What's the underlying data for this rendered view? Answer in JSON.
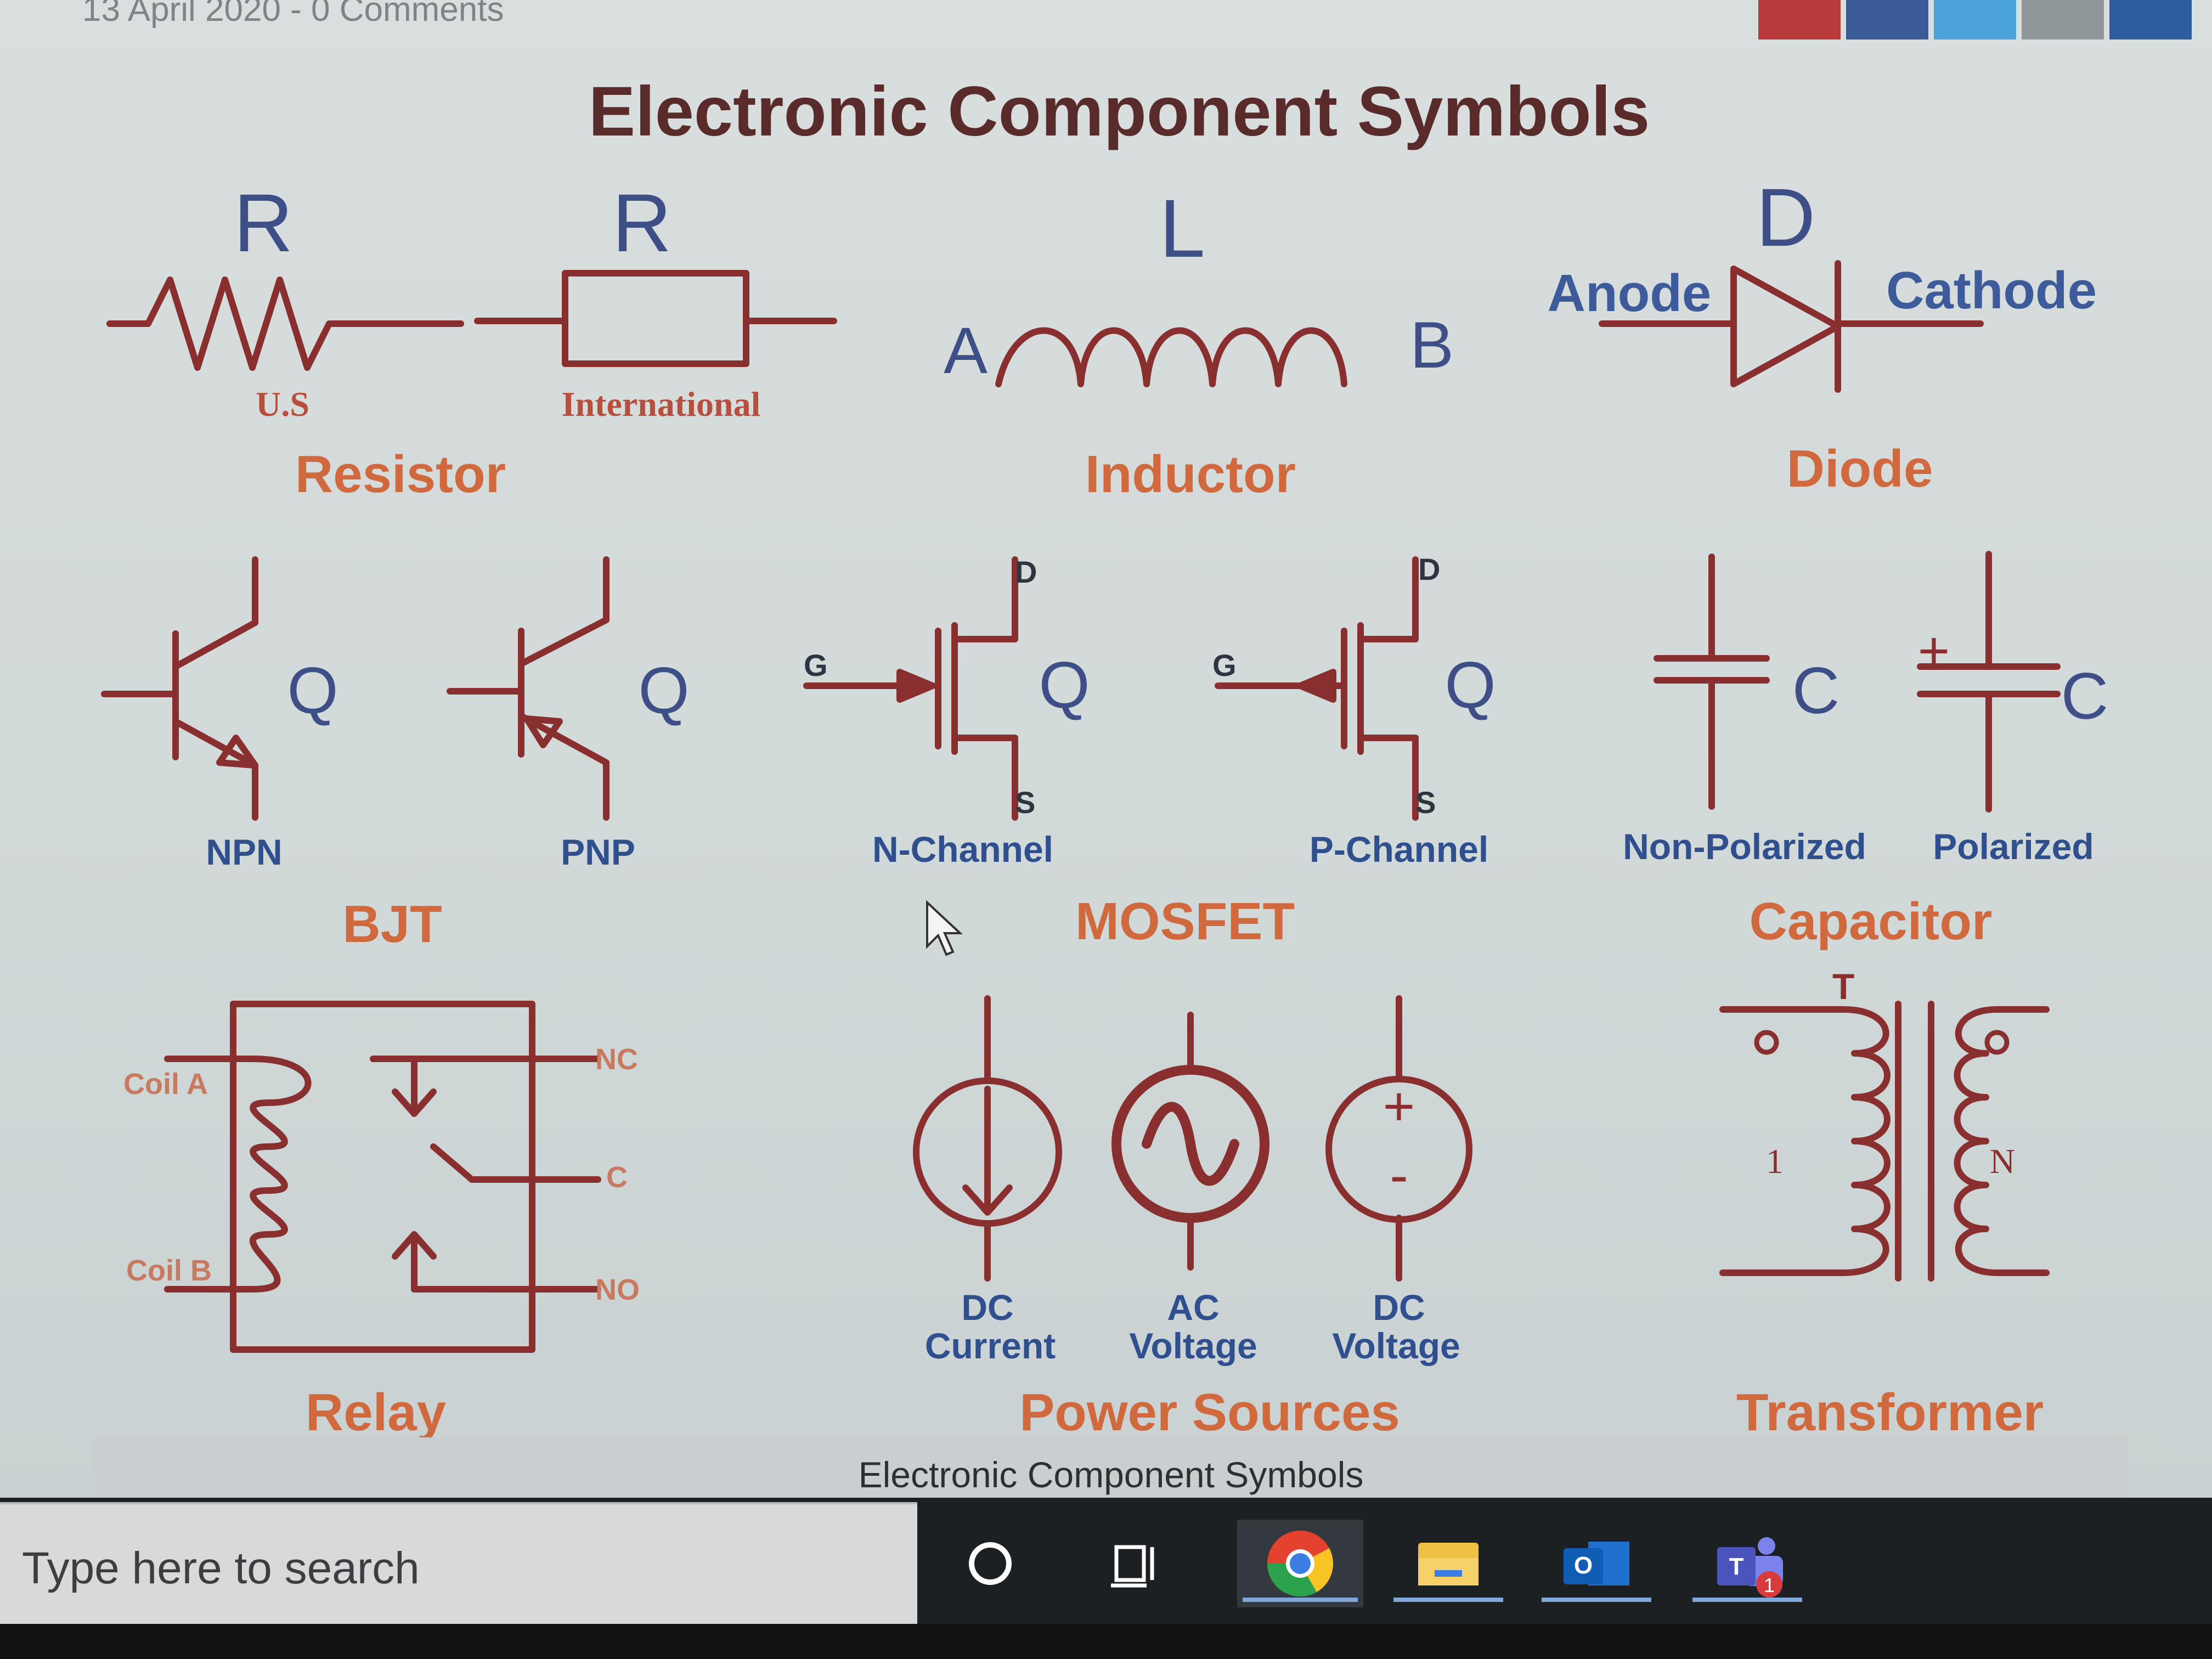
{
  "post": {
    "meta": "13 April 2020 - 0 Comments"
  },
  "figure": {
    "title": "Electronic Component Symbols",
    "resistor": {
      "label_us": "R",
      "label_intl": "R",
      "us": "U.S",
      "intl": "International",
      "name": "Resistor"
    },
    "inductor": {
      "label": "L",
      "a": "A",
      "b": "B",
      "name": "Inductor"
    },
    "diode": {
      "label": "D",
      "anode": "Anode",
      "cathode": "Cathode",
      "name": "Diode"
    },
    "bjt": {
      "npn_q": "Q",
      "pnp_q": "Q",
      "npn": "NPN",
      "pnp": "PNP",
      "name": "BJT"
    },
    "mosfet": {
      "d1": "D",
      "g1": "G",
      "q1": "Q",
      "s1": "S",
      "d2": "D",
      "g2": "G",
      "q2": "Q",
      "s2": "S",
      "n_channel": "N-Channel",
      "p_channel": "P-Channel",
      "name": "MOSFET"
    },
    "capacitor": {
      "c1": "C",
      "c2": "C",
      "plus": "+",
      "non_polarized": "Non-Polarized",
      "polarized": "Polarized",
      "name": "Capacitor"
    },
    "relay": {
      "coil_a": "Coil A",
      "coil_b": "Coil B",
      "nc": "NC",
      "c": "C",
      "no": "NO",
      "name": "Relay"
    },
    "power": {
      "dc_current_1": "DC",
      "dc_current_2": "Current",
      "ac_voltage_1": "AC",
      "ac_voltage_2": "Voltage",
      "dc_voltage_1": "DC",
      "dc_voltage_2": "Voltage",
      "plus": "+",
      "minus": "-",
      "name": "Power Sources"
    },
    "transformer": {
      "t": "T",
      "one": "1",
      "n": "N",
      "name": "Transformer"
    },
    "caption": "Electronic Component Symbols"
  },
  "taskbar": {
    "search_placeholder": "Type here to search",
    "icons": [
      "cortana-icon",
      "task-view-icon",
      "chrome-icon",
      "file-explorer-icon",
      "outlook-icon",
      "teams-icon"
    ],
    "outlook_letter": "O",
    "teams_letter": "T",
    "teams_badge": "1"
  },
  "colors": {
    "symbol": "#8a2f2f",
    "category": "#d06a3e",
    "sublabel": "#2f4f8f",
    "letter": "#3d4f86"
  }
}
